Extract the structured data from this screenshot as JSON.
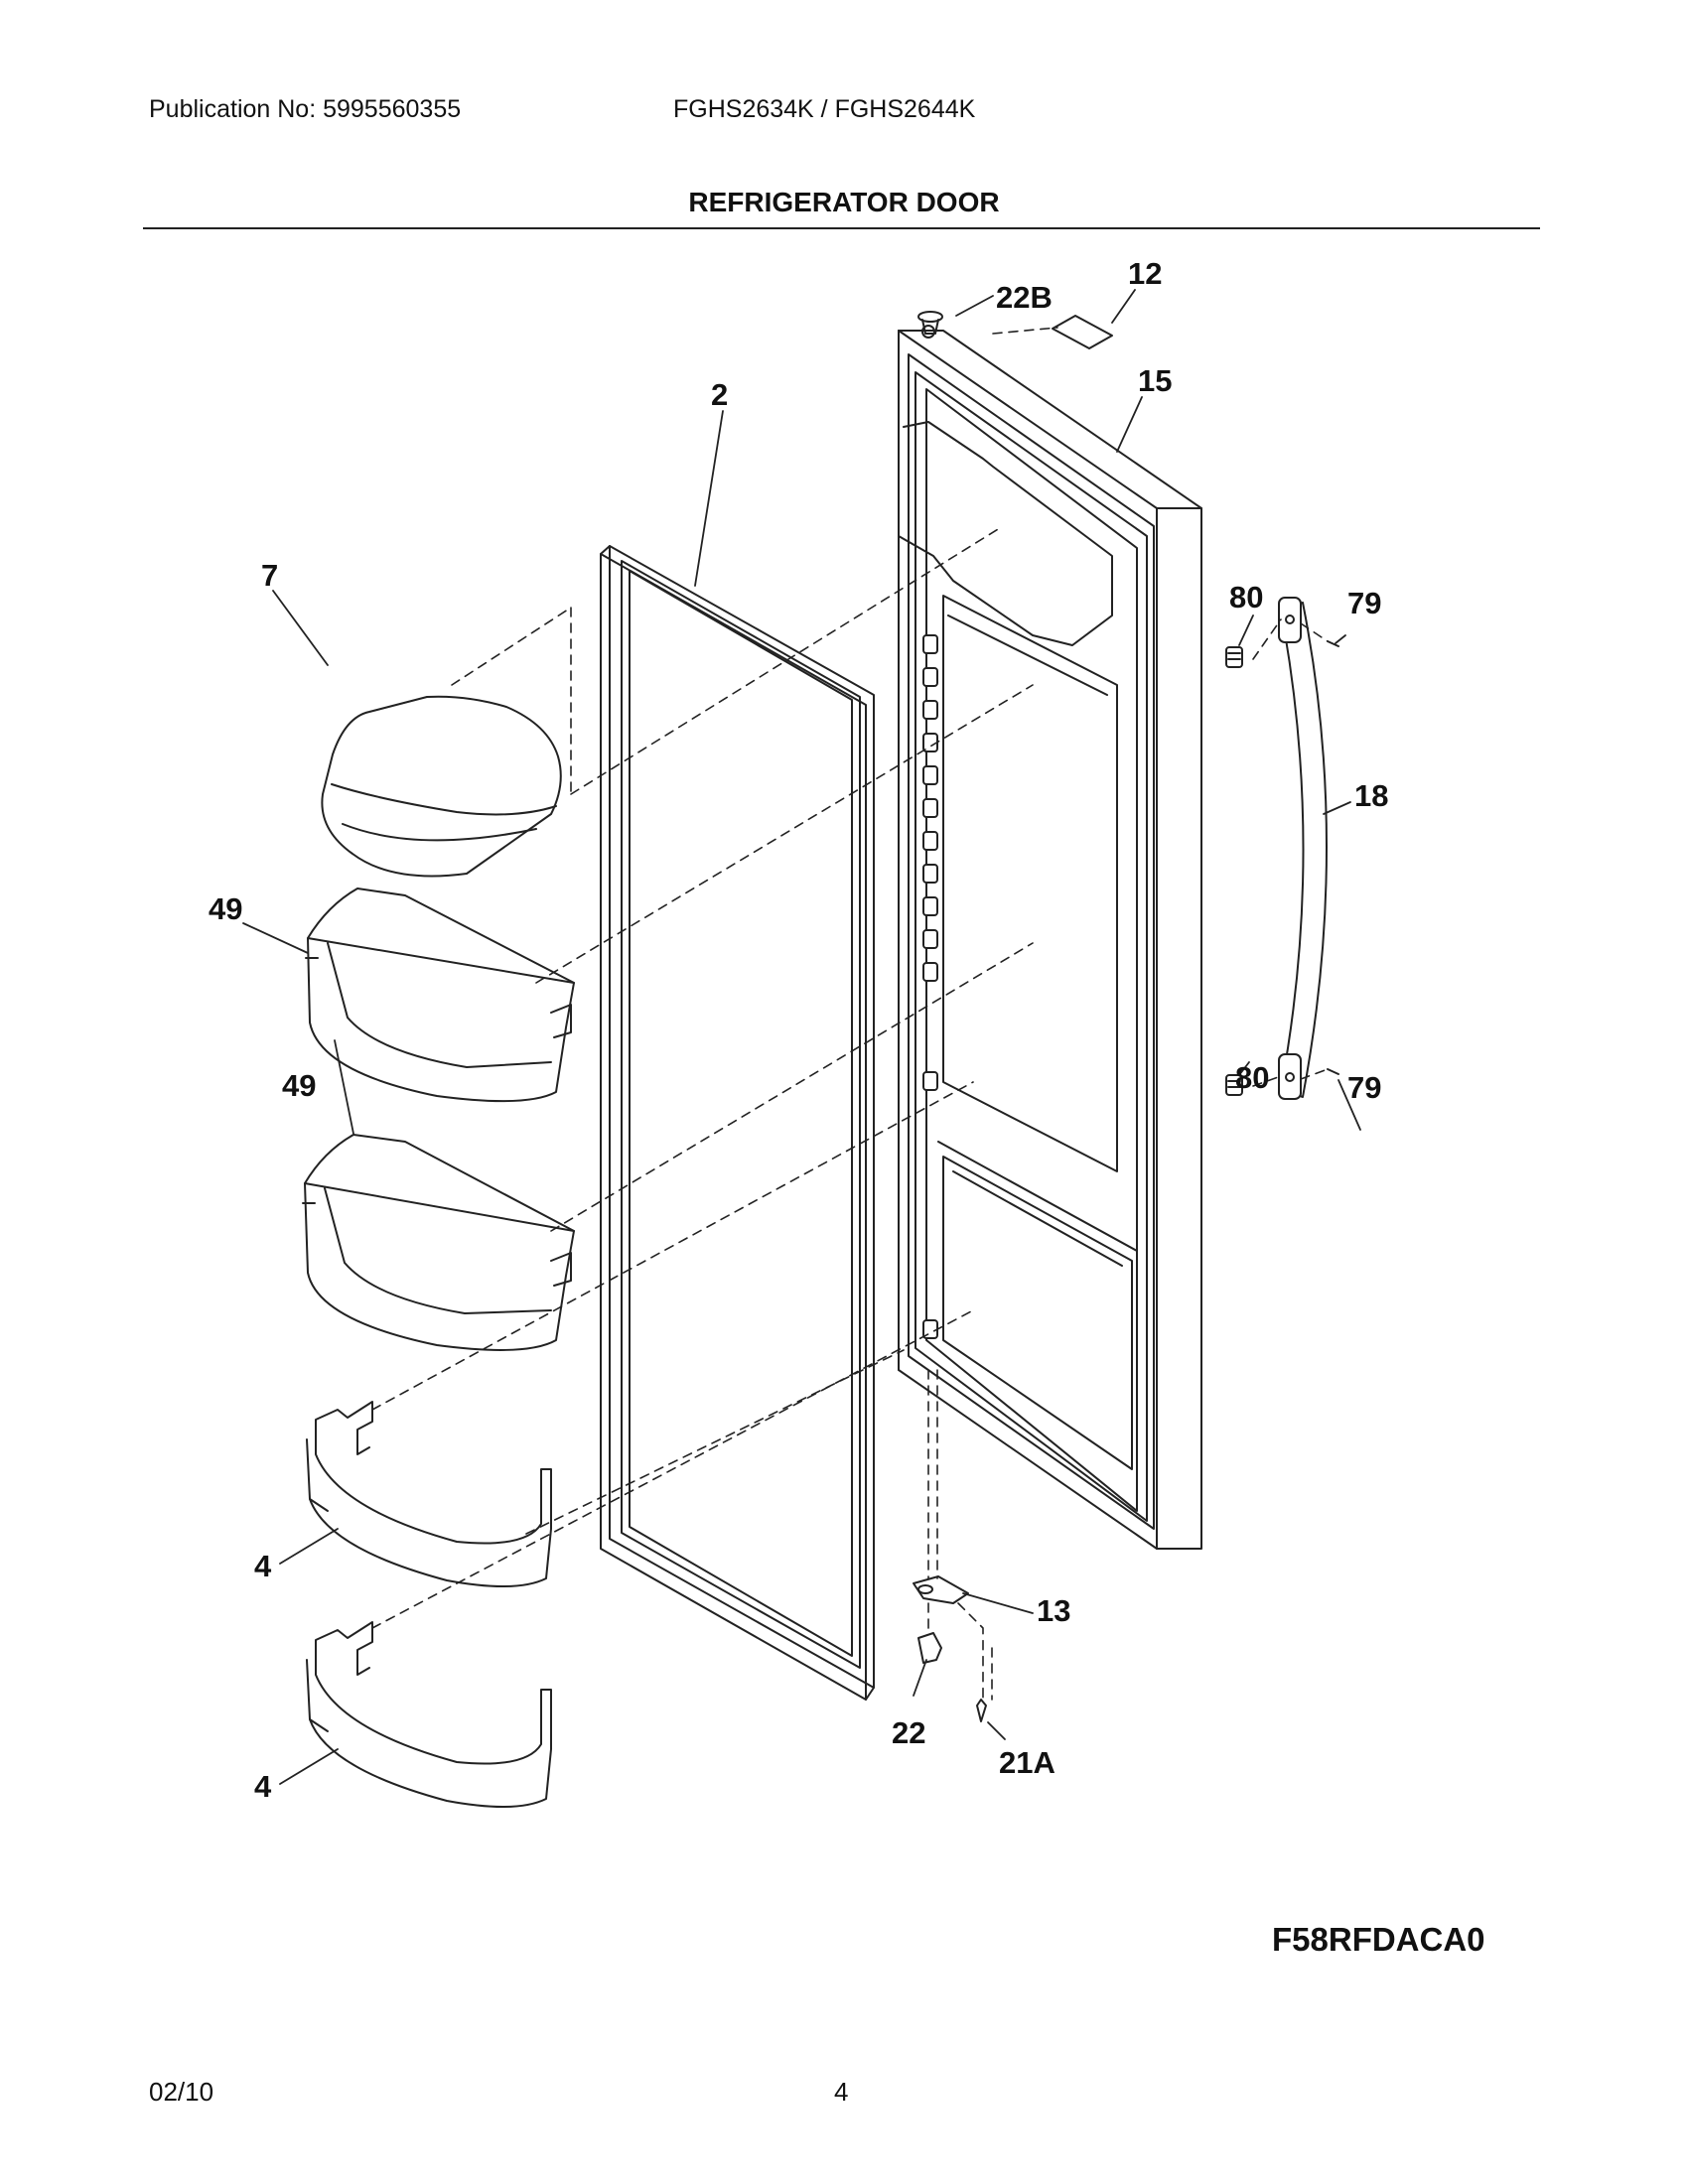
{
  "header": {
    "publication": "Publication No: 5995560355",
    "models": "FGHS2634K / FGHS2644K"
  },
  "title": "REFRIGERATOR DOOR",
  "callouts": {
    "c22b": "22B",
    "c12": "12",
    "c15": "15",
    "c2": "2",
    "c7": "7",
    "c80a": "80",
    "c79a": "79",
    "c18": "18",
    "c49a": "49",
    "c49b": "49",
    "c80b": "80",
    "c79b": "79",
    "c4a": "4",
    "c4b": "4",
    "c13": "13",
    "c22": "22",
    "c21a": "21A"
  },
  "figure_code": "F58RFDACA0",
  "footer": {
    "date": "02/10",
    "page": "4"
  }
}
